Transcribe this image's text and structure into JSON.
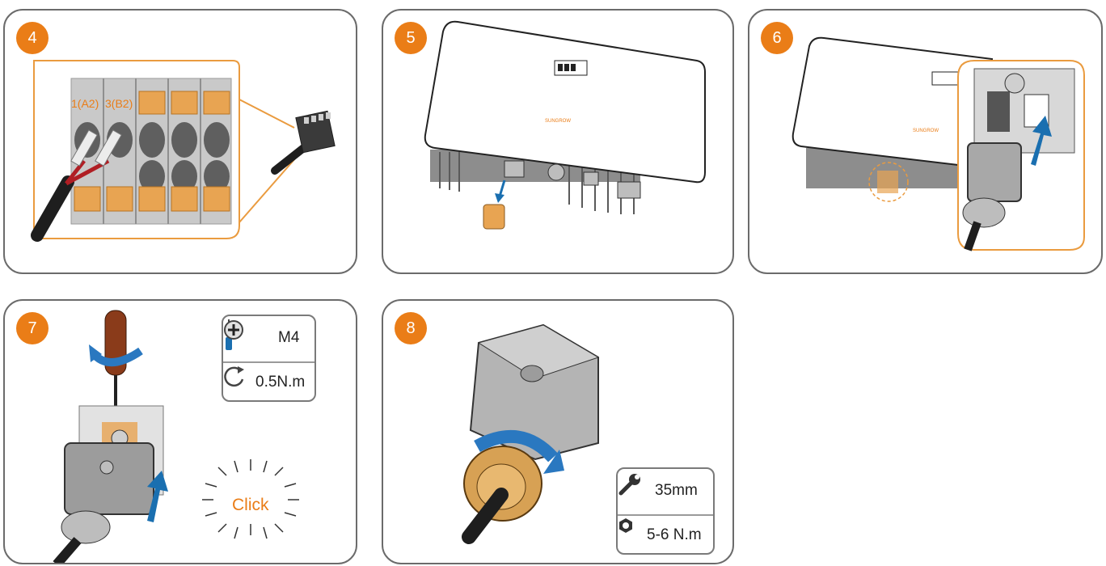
{
  "steps": [
    {
      "number": "4",
      "pin_labels": [
        "1(A2)",
        "3(B2)"
      ]
    },
    {
      "number": "5"
    },
    {
      "number": "6"
    },
    {
      "number": "7",
      "tool_spec": "M4",
      "torque": "0.5N.m",
      "click_text": "Click"
    },
    {
      "number": "8",
      "wrench_size": "35mm",
      "torque": "5-6 N.m"
    }
  ],
  "inverter_brand": "SUNGROW",
  "colors": {
    "accent": "#ea7d17",
    "border": "#6b6b6b",
    "arrow": "#1a6fb0",
    "rotation": "#2a78c0"
  },
  "icons": [
    "screwdriver-icon",
    "phillips-screw-icon",
    "torque-arrow-icon",
    "wrench-icon",
    "hex-nut-icon"
  ]
}
